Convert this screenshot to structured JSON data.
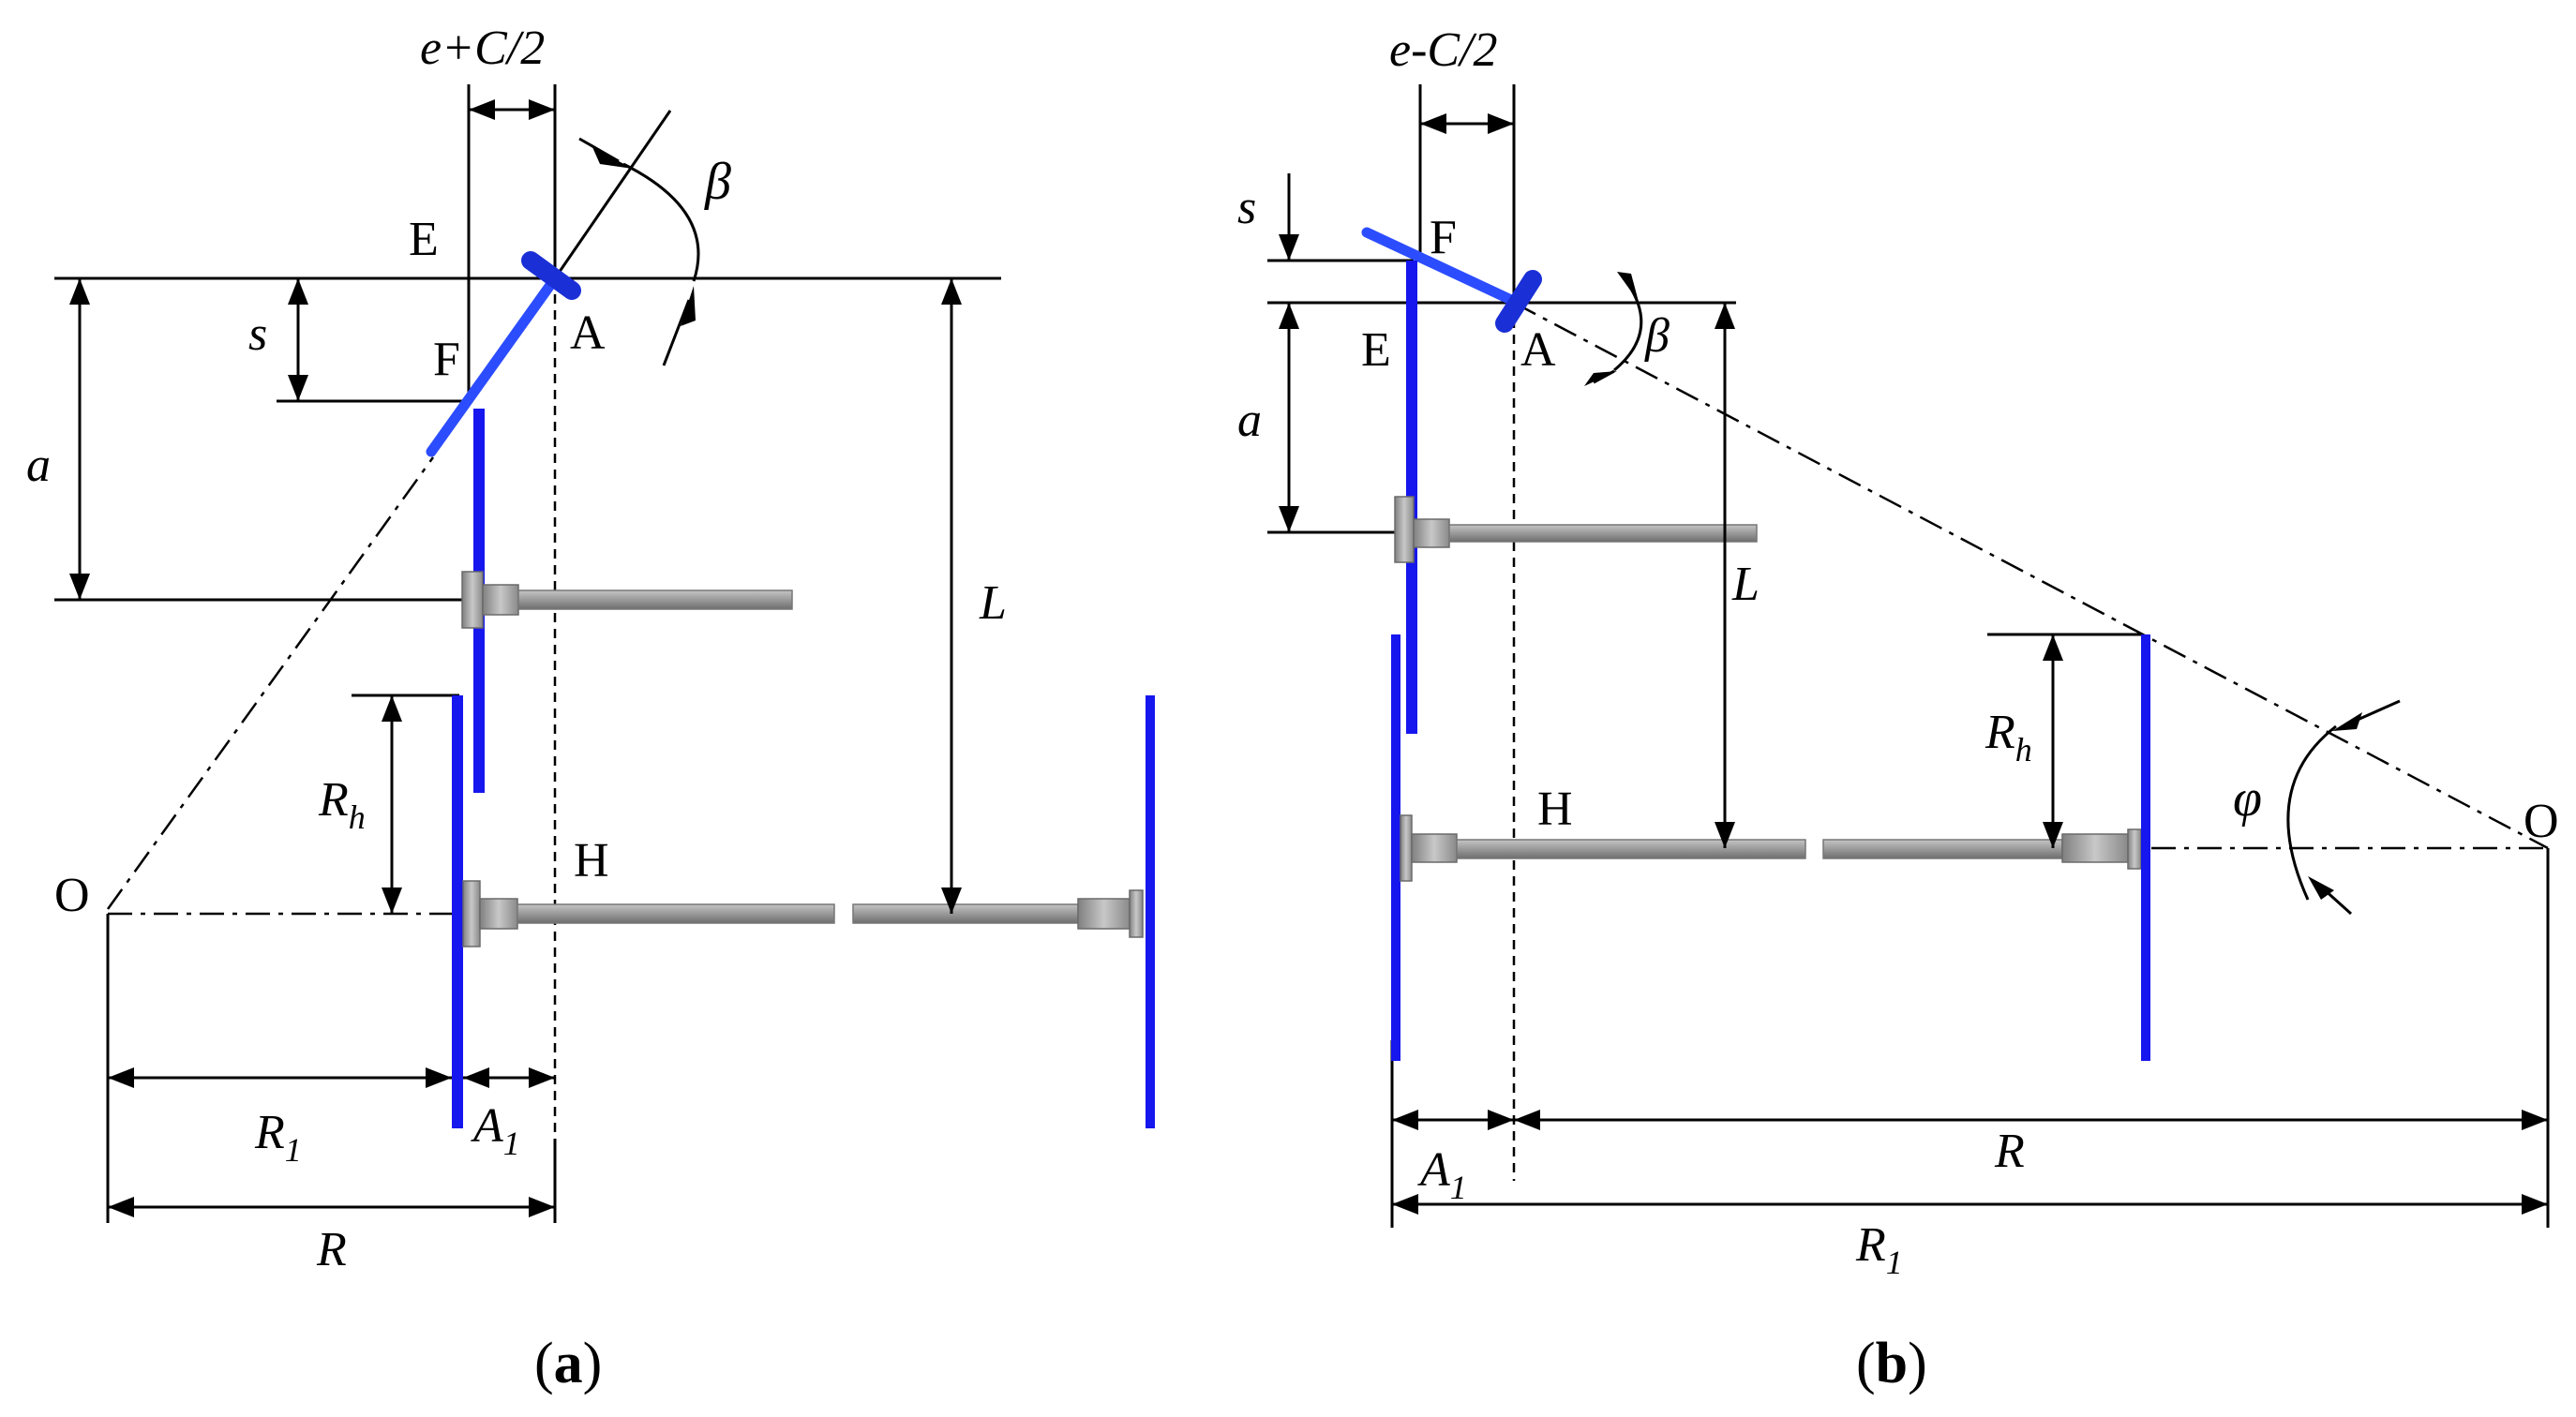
{
  "panel_a": {
    "caption_letter": "a",
    "dim_top": "e+C/2",
    "label_beta": "β",
    "label_E": "E",
    "label_A": "A",
    "label_F": "F",
    "label_s": "s",
    "label_a": "a",
    "label_L": "L",
    "label_R_main": "R",
    "label_R_sub": "h",
    "label_O": "O",
    "label_H": "H",
    "label_R1_main": "R",
    "label_R1_sub": "1",
    "label_A1_main": "A",
    "label_A1_sub": "1",
    "label_R": "R"
  },
  "panel_b": {
    "caption_letter": "b",
    "dim_top": "e-C/2",
    "label_s": "s",
    "label_F": "F",
    "label_E": "E",
    "label_A": "A",
    "label_beta": "β",
    "label_a": "a",
    "label_L": "L",
    "label_R_main": "R",
    "label_R_sub": "h",
    "label_phi": "φ",
    "label_O": "O",
    "label_H": "H",
    "label_A1_main": "A",
    "label_A1_sub": "1",
    "label_R": "R",
    "label_R1_main": "R",
    "label_R1_sub": "1"
  },
  "colors": {
    "wheel_blue": "#1616ee",
    "arm_blue": "#2c4dff",
    "shaft_gray": "#9a9a9a"
  }
}
